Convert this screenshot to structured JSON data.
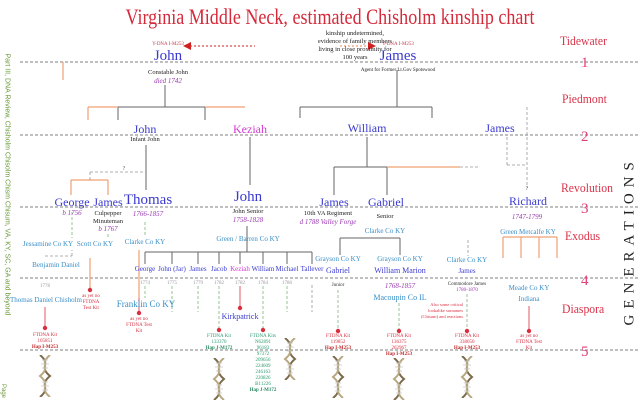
{
  "title": "Virginia Middle Neck, estimated Chisholm kinship chart",
  "side_caption": "Part III, DNA Review, Chisholm Chisolm Chism Chisum, VA, KY, SC, GA and beyond",
  "side_page": "Page",
  "axis_label": "GENERATIONS",
  "eras": [
    "Tidewater",
    "Piedmont",
    "Revolution",
    "Exodus",
    "Diaspora"
  ],
  "generations": [
    "1",
    "2",
    "3",
    "4",
    "5"
  ],
  "kinship_note": "kinship undetermined, evidence of family members living in close proximity for 100 years",
  "gen1": {
    "john": {
      "hap": "Y-DNA I-M253",
      "name": "John",
      "note": "Constable John",
      "date": "died 1742"
    },
    "james": {
      "hap": "Y-DNA I-M253",
      "name": "James",
      "note": "Agent for  Former Lt.Gov Spotswood"
    }
  },
  "gen2": {
    "john": {
      "name": "John",
      "note": "Infant John"
    },
    "keziah": {
      "name": "Keziah"
    },
    "william": {
      "name": "William"
    },
    "james": {
      "name": "James"
    }
  },
  "gen3": {
    "george": {
      "name": "George",
      "date": "b 1756",
      "place": "Jessamine Co KY"
    },
    "james": {
      "name": "James",
      "note": "Culpepper Minuteman",
      "date": "b 1767",
      "place": "Scott Co KY"
    },
    "thomas": {
      "name": "Thomas",
      "date": "1766-1857",
      "place": "Clarke Co KY"
    },
    "john": {
      "name": "John",
      "note": "John Senior",
      "date": "1758-1828",
      "place": "Green / Barren Co KY"
    },
    "james2": {
      "name": "James",
      "note": "10th VA Regiment",
      "date": "d 1788 Valley Forge"
    },
    "gabriel": {
      "name": "Gabriel",
      "note": "Senior",
      "place": "Clarke Co KY"
    },
    "richard": {
      "name": "Richard",
      "q": "?",
      "date": "1747-1799",
      "place": "Green  Metcalfe  KY"
    }
  },
  "gen4": {
    "benjamin": "Benjamin Daniel",
    "thomas_daniel": {
      "year": "1778",
      "name": "Thomas Daniel Chisholm"
    },
    "franklin": "Franklin Co KY",
    "children": [
      {
        "name": "George",
        "year": "1774"
      },
      {
        "name": "John (Jar)",
        "year": "1775"
      },
      {
        "name": "James",
        "year": "1779"
      },
      {
        "name": "Jacob",
        "year": "1782"
      },
      {
        "name": "Keziah",
        "year": "1782"
      },
      {
        "name": "William",
        "year": "1784"
      },
      {
        "name": "Michael",
        "year": "1786"
      },
      {
        "name": "Tallever",
        "year": ""
      }
    ],
    "kirkpatrick": "Kirkpatrick",
    "grayson1": {
      "place": "Grayson Co KY",
      "name": "Gabriel",
      "note": "Junior"
    },
    "grayson2": {
      "place": "Grayson Co KY",
      "name": "William Marion",
      "date": "1768-1857",
      "place2": "Macoupin Co IL"
    },
    "clarke": {
      "place": "Clarke Co KY",
      "name": "James",
      "note": "Commodore James",
      "date": "1780-1870",
      "red_note": "Also some critical lookalike surnames (Chisum) and reactions"
    },
    "meade": {
      "place": "Meade Co KY",
      "place2": "Indiana"
    },
    "qmark": "?"
  },
  "dna": {
    "no_kit": "as yet no FTDNA Test Kit",
    "kit1": {
      "label": "FTDNA Kit",
      "id": "105851",
      "hap": "Hap I-M253"
    },
    "kit2": {
      "label": "FTDNA Kit",
      "id": "133370",
      "hap": "Hap J-M172"
    },
    "kit3": {
      "label": "FTDNA Kits",
      "ids": [
        "N62891",
        "96183",
        "97372",
        "209656",
        "224609",
        "246163",
        "220826",
        "B11226"
      ],
      "hap": "Hap J-M172"
    },
    "kit4": {
      "label": "FTDNA Kit",
      "id": "119852",
      "hap": "Hap I-M253"
    },
    "kit5": {
      "label": "FTDNA Kit",
      "id": "136375",
      "id2": "262967",
      "hap": "Hap I-M253"
    },
    "kit6": {
      "label": "FTDNA Kit",
      "id": "338050",
      "hap": "Hap I-M253"
    }
  },
  "colors": {
    "title": "#d42a3a",
    "name": "#3a3ad0",
    "keziah": "#d33ad3",
    "place": "#3b8fc7",
    "orange_line": "#f0a070",
    "dna_arrow": "#d83040"
  }
}
